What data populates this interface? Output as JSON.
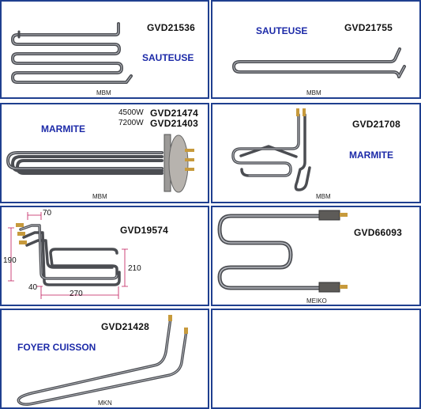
{
  "cells": [
    {
      "code": "GVD21536",
      "category": "SAUTEUSE",
      "brand": "MBM",
      "item_icon": "heating-element-icon"
    },
    {
      "code": "GVD21755",
      "category": "SAUTEUSE",
      "brand": "MBM",
      "item_icon": "heating-element-icon"
    },
    {
      "code": "GVD21474",
      "code2": "GVD21403",
      "power1": "4500W",
      "power2": "7200W",
      "category": "MARMITE",
      "brand": "MBM",
      "item_icon": "heating-element-icon"
    },
    {
      "code": "GVD21708",
      "category": "MARMITE",
      "brand": "MBM",
      "item_icon": "heating-element-icon"
    },
    {
      "code": "GVD19574",
      "dims": {
        "top": "70",
        "left": "190",
        "right": "210",
        "bottom_offset": "40",
        "bottom": "270"
      },
      "item_icon": "heating-element-icon"
    },
    {
      "code": "GVD66093",
      "brand": "MEIKO",
      "item_icon": "heating-element-icon"
    },
    {
      "code": "GVD21428",
      "category": "FOYER CUISSON",
      "brand": "MKN",
      "item_icon": "heating-element-icon"
    }
  ],
  "colors": {
    "border": "#1f3f8f",
    "category_text": "#1c2aa8",
    "tube": "#4b4d52",
    "dimension_line": "#c0185a"
  }
}
